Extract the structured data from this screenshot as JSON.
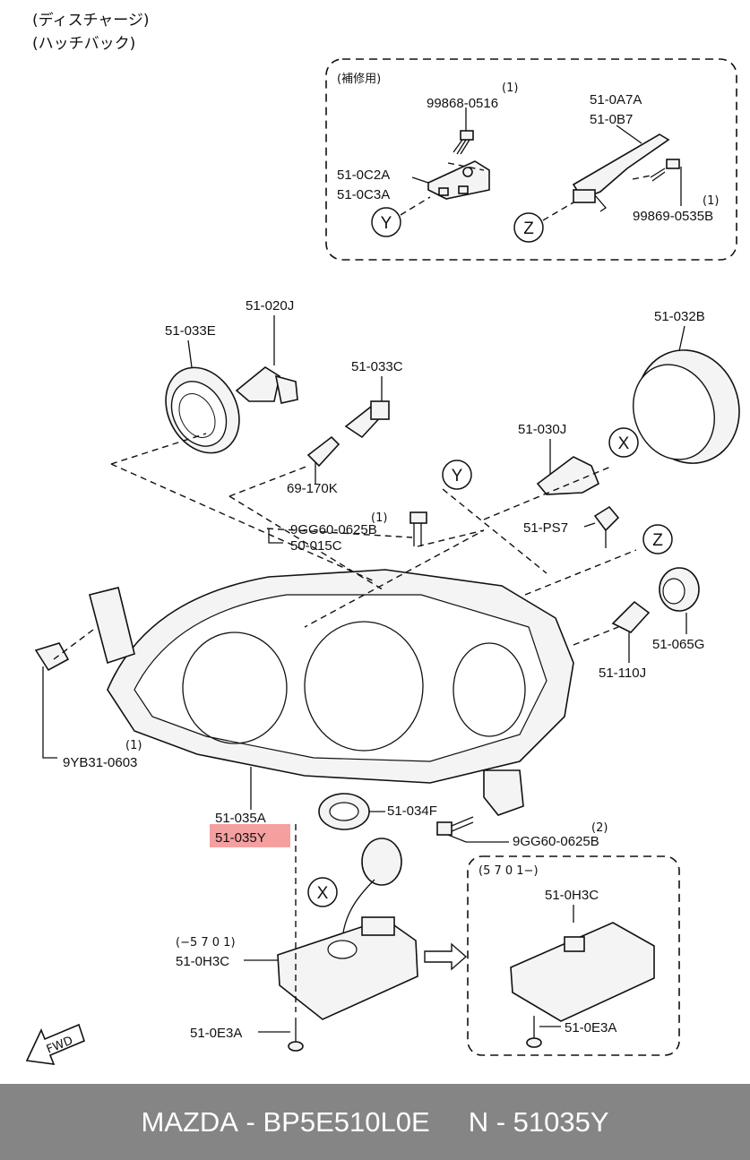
{
  "header": {
    "line1": "(ディスチャージ)",
    "line2": "(ハッチバック)"
  },
  "inset_repair": {
    "title": "(補修用)",
    "labels": [
      {
        "qty": "(1)",
        "text": "99868-0516"
      },
      {
        "text": "51-0A7A"
      },
      {
        "text": "51-0B7"
      },
      {
        "text": "51-0C2A"
      },
      {
        "text": "51-0C3A"
      },
      {
        "qty": "(1)",
        "text": "99869-0535B"
      }
    ],
    "callouts": [
      "Y",
      "Z"
    ]
  },
  "main_labels": {
    "p033E": "51-033E",
    "p020J": "51-020J",
    "p032B": "51-032B",
    "p033C": "51-033C",
    "p030J": "51-030J",
    "p170K": "69-170K",
    "p9GG60_1_qty": "(1)",
    "p9GG60_1": "9GG60-0625B",
    "p015C": "50-015C",
    "pPS7": "51-PS7",
    "p065G": "51-065G",
    "p110J": "51-110J",
    "p9YB31_qty": "(1)",
    "p9YB31": "9YB31-0603",
    "p035A": "51-035A",
    "p035Y": "51-035Y",
    "p034F": "51-034F",
    "p9GG60_2_qty": "(2)",
    "p9GG60_2": "9GG60-0625B",
    "pH3C_range": "(−5 7 0 1)",
    "pH3C": "51-0H3C",
    "pE3A": "51-0E3A"
  },
  "main_callouts": {
    "x1": "X",
    "x2": "X",
    "y": "Y",
    "z": "Z"
  },
  "inset_new": {
    "range": "(5 7 0 1−)",
    "p_H3C": "51-0H3C",
    "p_E3A": "51-0E3A"
  },
  "fwd": "FWD",
  "footer": {
    "brand": "MAZDA",
    "part_no": "BP5E510L0E",
    "ref": "N - 51035Y"
  },
  "colors": {
    "highlight": "#f4a0a0",
    "footer_bg": "#858585"
  }
}
